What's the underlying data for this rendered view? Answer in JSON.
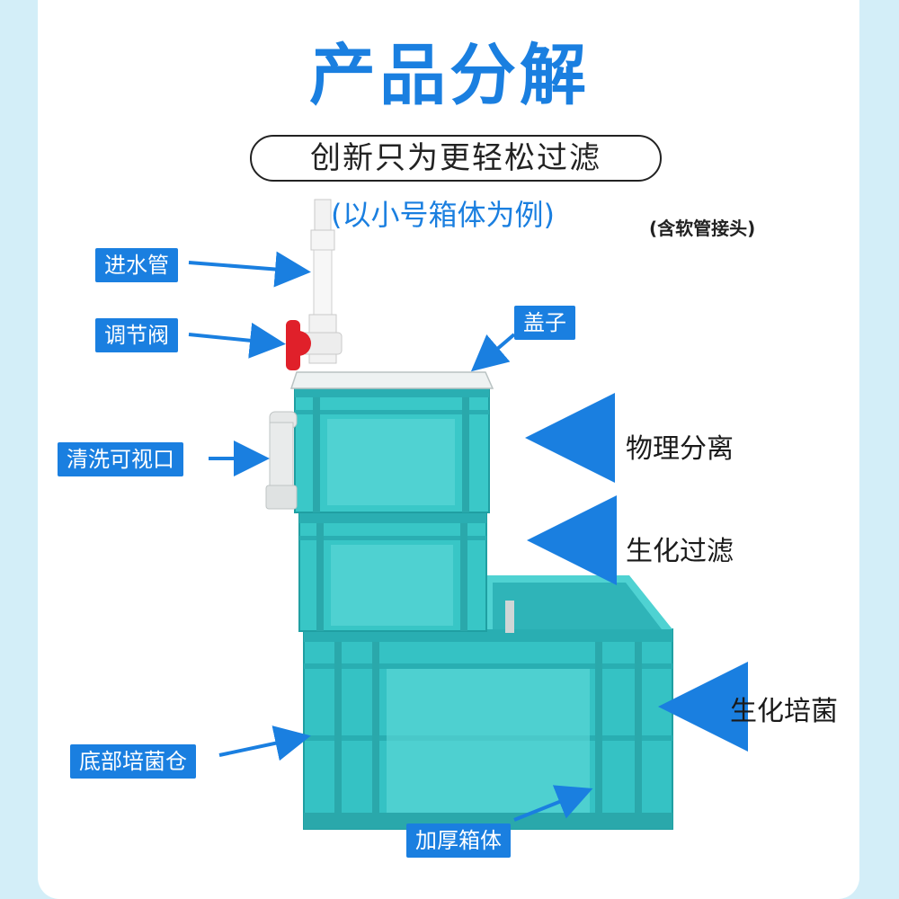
{
  "title": "产品分解",
  "subtitle": "创新只为更轻松过滤",
  "example_note": "(以小号箱体为例)",
  "hose_note": "(含软管接头)",
  "callouts": {
    "inlet_pipe": "进水管",
    "valve": "调节阀",
    "cleaning_window": "清洗可视口",
    "lid": "盖子",
    "bottom_chamber": "底部培菌仓",
    "thick_box": "加厚箱体"
  },
  "side_labels": {
    "physical": "物理分离",
    "bio_filter": "生化过滤",
    "bio_culture": "生化培菌"
  },
  "colors": {
    "accent_blue": "#1a7fe0",
    "box_teal": "#3cc8c8",
    "valve_red": "#e0202a",
    "background": "#d3eef8"
  }
}
